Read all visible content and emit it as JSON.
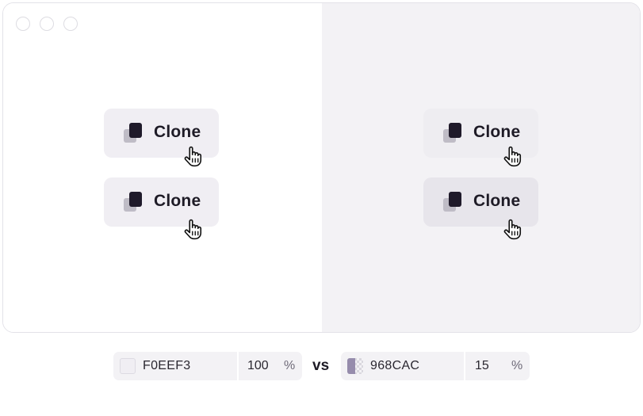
{
  "window": {
    "traffic_lights": [
      "close-light",
      "minimize-light",
      "zoom-light"
    ]
  },
  "left_pane": {
    "background": "#FFFFFF",
    "buttons": [
      {
        "label": "Clone",
        "background": "#F0EEF3",
        "icon": "copy-icon",
        "cursor": "hand-pointer-icon"
      },
      {
        "label": "Clone",
        "background": "#F0EEF3",
        "icon": "copy-icon",
        "cursor": "hand-pointer-icon"
      }
    ]
  },
  "right_pane": {
    "background": "#F3F2F5",
    "buttons": [
      {
        "label": "Clone",
        "background": "#EEEDF1",
        "icon": "copy-icon",
        "cursor": "hand-pointer-icon"
      },
      {
        "label": "Clone",
        "background": "#E7E5EB",
        "icon": "copy-icon",
        "cursor": "hand-pointer-icon"
      }
    ]
  },
  "comparison": {
    "left": {
      "hex": "F0EEF3",
      "opacity": "100",
      "percent_sign": "%",
      "swatch_color": "#F0EEF3"
    },
    "separator": "vs",
    "right": {
      "hex": "968CAC",
      "opacity": "15",
      "percent_sign": "%",
      "swatch_color": "#968CAC"
    }
  }
}
